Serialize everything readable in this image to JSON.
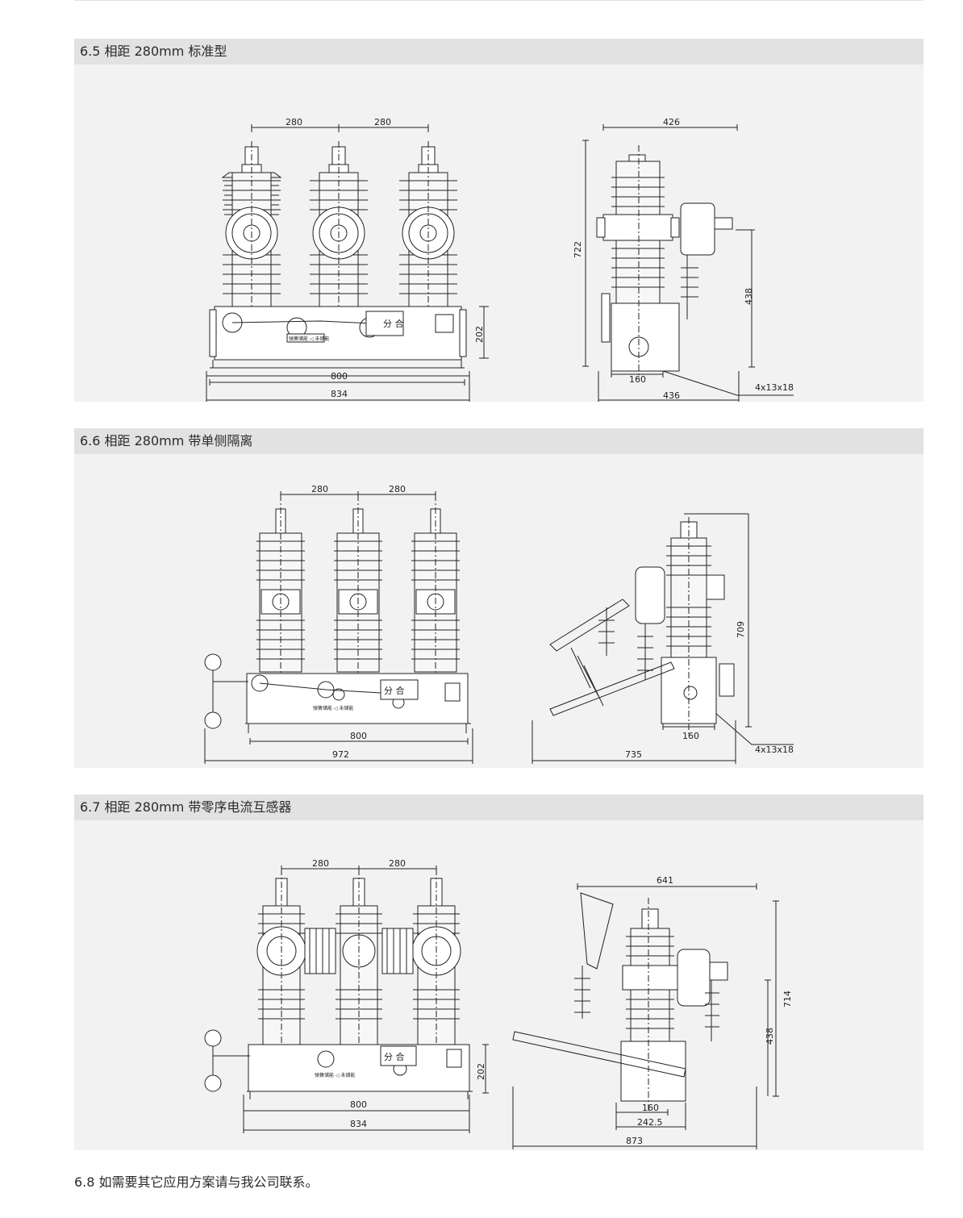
{
  "sections": [
    {
      "title": "6.5 相距 280mm 标准型",
      "front": {
        "spacing_left": "280",
        "spacing_right": "280",
        "width_mid": "800",
        "width_total": "834",
        "height_box": "202",
        "label_ops": "分 合",
        "label_plate": "弹簧储能 ◁ 未储能"
      },
      "side": {
        "width_top": "426",
        "height_total": "722",
        "height_right": "438",
        "base_inner": "160",
        "base_total": "436",
        "holes": "4x13x18"
      }
    },
    {
      "title": "6.6 相距 280mm 带单侧隔离",
      "front": {
        "spacing_left": "280",
        "spacing_right": "280",
        "width_mid": "800",
        "width_total": "972",
        "label_ops": "分 合",
        "label_plate": "弹簧储能 ◁ 未储能"
      },
      "side": {
        "height_total": "709",
        "base_inner": "160",
        "base_total": "735",
        "holes": "4x13x18"
      }
    },
    {
      "title": "6.7 相距 280mm 带零序电流互感器",
      "front": {
        "spacing_left": "280",
        "spacing_right": "280",
        "width_mid": "800",
        "width_total": "834",
        "height_box": "202",
        "label_ops": "分 合",
        "label_plate": "弹簧储能 ◁ 未储能"
      },
      "side": {
        "width_top": "641",
        "height_total": "714",
        "height_right": "438",
        "base_inner": "160",
        "base_mid": "242.5",
        "base_total": "873"
      }
    }
  ],
  "footnote": "6.8 如需要其它应用方案请与我公司联系。"
}
